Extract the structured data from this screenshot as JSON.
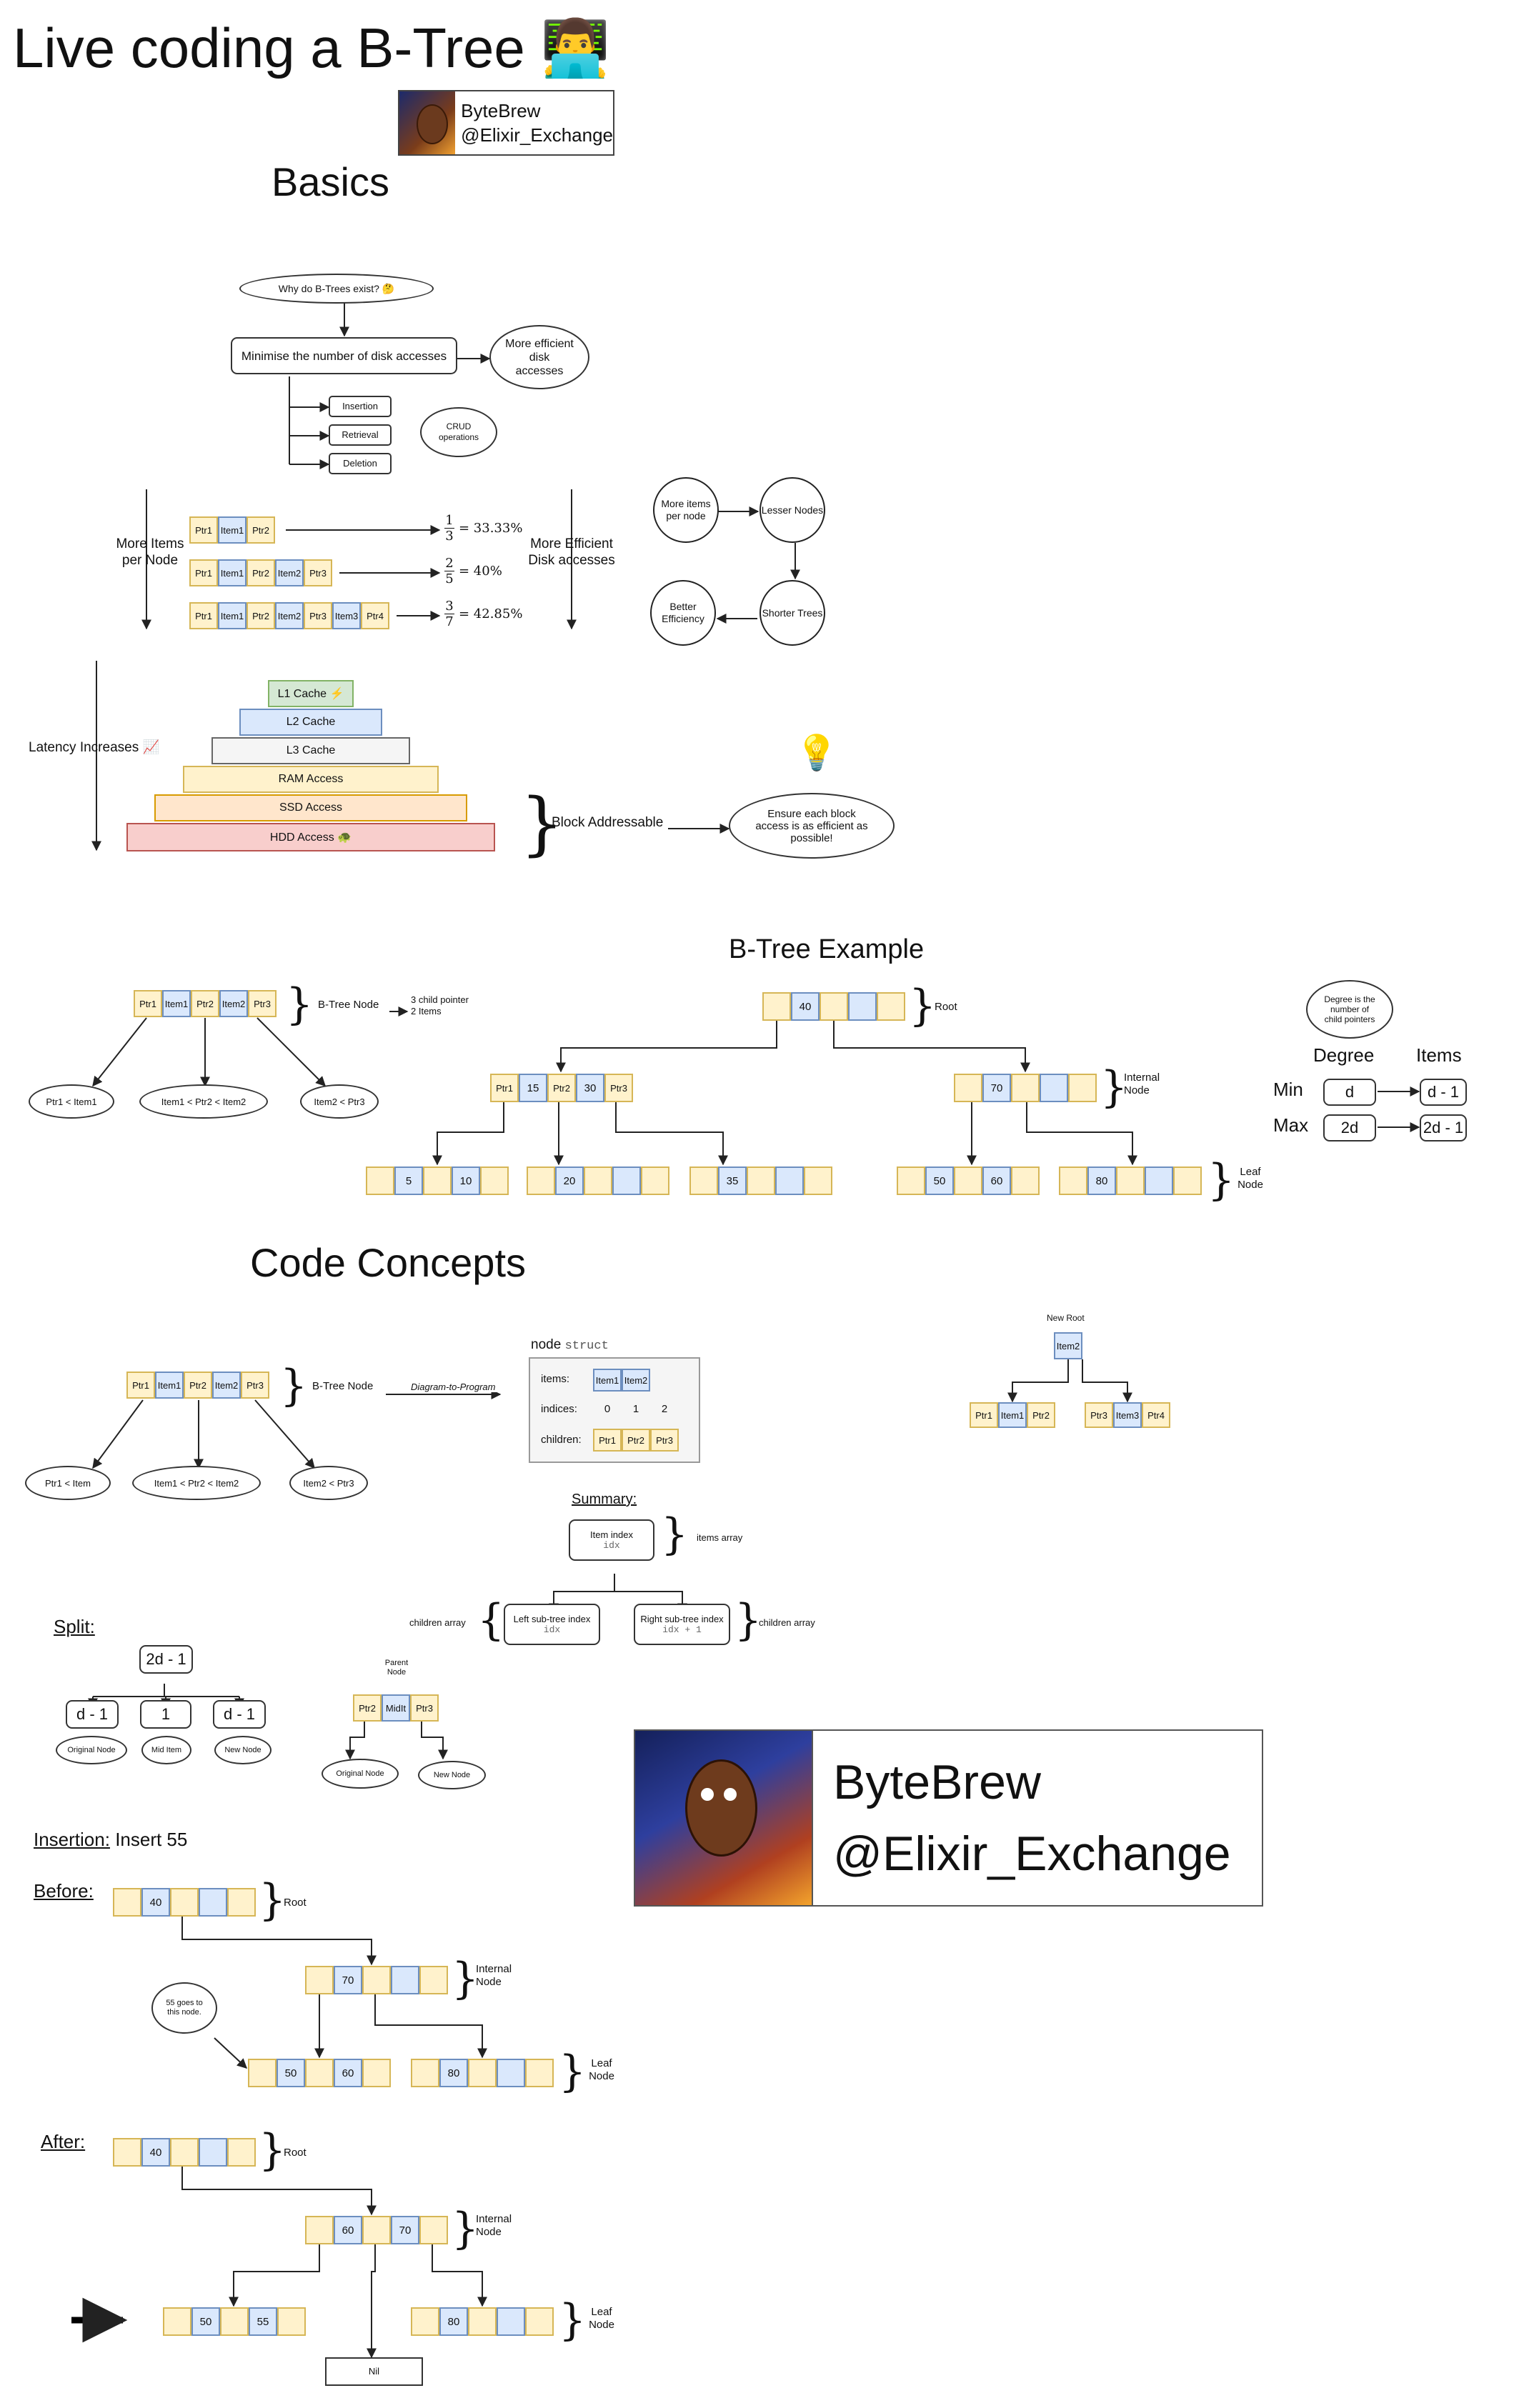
{
  "title": "Live coding a B-Tree 👨‍💻",
  "brand": {
    "name": "ByteBrew",
    "handle": "@Elixir_Exchange"
  },
  "basics": {
    "heading": "Basics",
    "why": "Why do B-Trees exist? 🤔",
    "minimise": "Minimise the number of disk accesses",
    "more_efficient": "More efficient disk accesses",
    "ops": [
      "Insertion",
      "Retrieval",
      "Deletion"
    ],
    "crud": "CRUD operations",
    "more_items": "More Items per Node",
    "more_efficient_disk": "More Efficient Disk accesses",
    "node_rows": [
      [
        "Ptr1",
        "Item1",
        "Ptr2"
      ],
      [
        "Ptr1",
        "Item1",
        "Ptr2",
        "Item2",
        "Ptr3"
      ],
      [
        "Ptr1",
        "Item1",
        "Ptr2",
        "Item2",
        "Ptr3",
        "Item3",
        "Ptr4"
      ]
    ],
    "ratios": [
      {
        "num": "1",
        "den": "3",
        "val": "= 33.33%"
      },
      {
        "num": "2",
        "den": "5",
        "val": "= 40%"
      },
      {
        "num": "3",
        "den": "7",
        "val": "= 42.85%"
      }
    ],
    "cycle": [
      "More items per node",
      "Lesser Nodes",
      "Shorter Trees",
      "Better Efficiency"
    ],
    "latency": "Latency Increases 📈",
    "memory": [
      "L1 Cache ⚡",
      "L2 Cache",
      "L3 Cache",
      "RAM Access",
      "SSD Access",
      "HDD Access 🐢"
    ],
    "block": "Block Addressable",
    "ensure": "Ensure each block access is as efficient as possible!",
    "bulb": "💡"
  },
  "example": {
    "heading": "B-Tree Example",
    "node": [
      "Ptr1",
      "Item1",
      "Ptr2",
      "Item2",
      "Ptr3"
    ],
    "node_label": "B-Tree Node",
    "node_desc": [
      "3 child pointer",
      "2 Items"
    ],
    "clouds": [
      "Ptr1 < Item1",
      "Item1 < Ptr2 < Item2",
      "Item2 < Ptr3"
    ],
    "root": "40",
    "root_label": "Root",
    "left": [
      "Ptr1",
      "15",
      "Ptr2",
      "30",
      "Ptr3"
    ],
    "right": "70",
    "internal_label": "Internal Node",
    "leaves": [
      [
        "5",
        "10"
      ],
      [
        "20"
      ],
      [
        "35"
      ],
      [
        "50",
        "60"
      ],
      [
        "80"
      ]
    ],
    "leaf_label": "Leaf Node",
    "degree_note": "Degree is the number of child pointers",
    "degree_table": {
      "col1": "Degree",
      "col2": "Items",
      "min": "Min",
      "max": "Max",
      "d": "d",
      "dm1": "d - 1",
      "d2": "2d",
      "d2m1": "2d - 1"
    }
  },
  "code": {
    "heading": "Code Concepts",
    "node": [
      "Ptr1",
      "Item1",
      "Ptr2",
      "Item2",
      "Ptr3"
    ],
    "node_label": "B-Tree Node",
    "clouds": [
      "Ptr1 < Item",
      "Item1 < Ptr2 < Item2",
      "Item2 < Ptr3"
    ],
    "arrow_label": "Diagram-to-Program",
    "struct": {
      "title": "node",
      "kw": "struct",
      "items_label": "items:",
      "items": [
        "Item1",
        "Item2"
      ],
      "indices_label": "indices:",
      "indices": [
        "0",
        "1",
        "2"
      ],
      "children_label": "children:",
      "children": [
        "Ptr1",
        "Ptr2",
        "Ptr3"
      ]
    },
    "new_root": {
      "label": "New Root",
      "item": "Item2",
      "left": [
        "Ptr1",
        "Item1",
        "Ptr2"
      ],
      "right": [
        "Ptr3",
        "Item3",
        "Ptr4"
      ]
    },
    "summary": {
      "title": "Summary:",
      "item_index": "Item index",
      "idx": "idx",
      "items_array": "items array",
      "left": "Left sub-tree index",
      "left_code": "idx",
      "right": "Right sub-tree index",
      "right_code": "idx + 1",
      "children_array": "children array"
    },
    "split": {
      "title": "Split:",
      "top": "2d - 1",
      "parts": [
        "d - 1",
        "1",
        "d - 1"
      ],
      "part_labels": [
        "Original Node",
        "Mid Item",
        "New Node"
      ],
      "parent_label": "Parent Node",
      "parent": [
        "Ptr2",
        "MidIt",
        "Ptr3"
      ],
      "children": [
        "Original Node",
        "New Node"
      ]
    },
    "insertion": {
      "title": "Insertion:",
      "subtitle": "Insert 55",
      "before": "Before:",
      "after": "After:",
      "root": "40",
      "root_label": "Root",
      "internal_before": "70",
      "internal_after": [
        "60",
        "70"
      ],
      "internal_label": "Internal Node",
      "leaf_before": [
        [
          "50",
          "60"
        ],
        [
          "80"
        ]
      ],
      "leaf_after": [
        [
          "50",
          "55"
        ],
        [
          "80"
        ]
      ],
      "leaf_label": "Leaf Node",
      "note": "55 goes to this node.",
      "nil": "Nil"
    }
  },
  "colors": {
    "ptr": "#fff2cc",
    "item": "#dae8fc",
    "l1": "#d5e8d4",
    "ram": "#fff2cc",
    "ssd": "#ffe6cc",
    "hdd": "#f8cecc"
  }
}
